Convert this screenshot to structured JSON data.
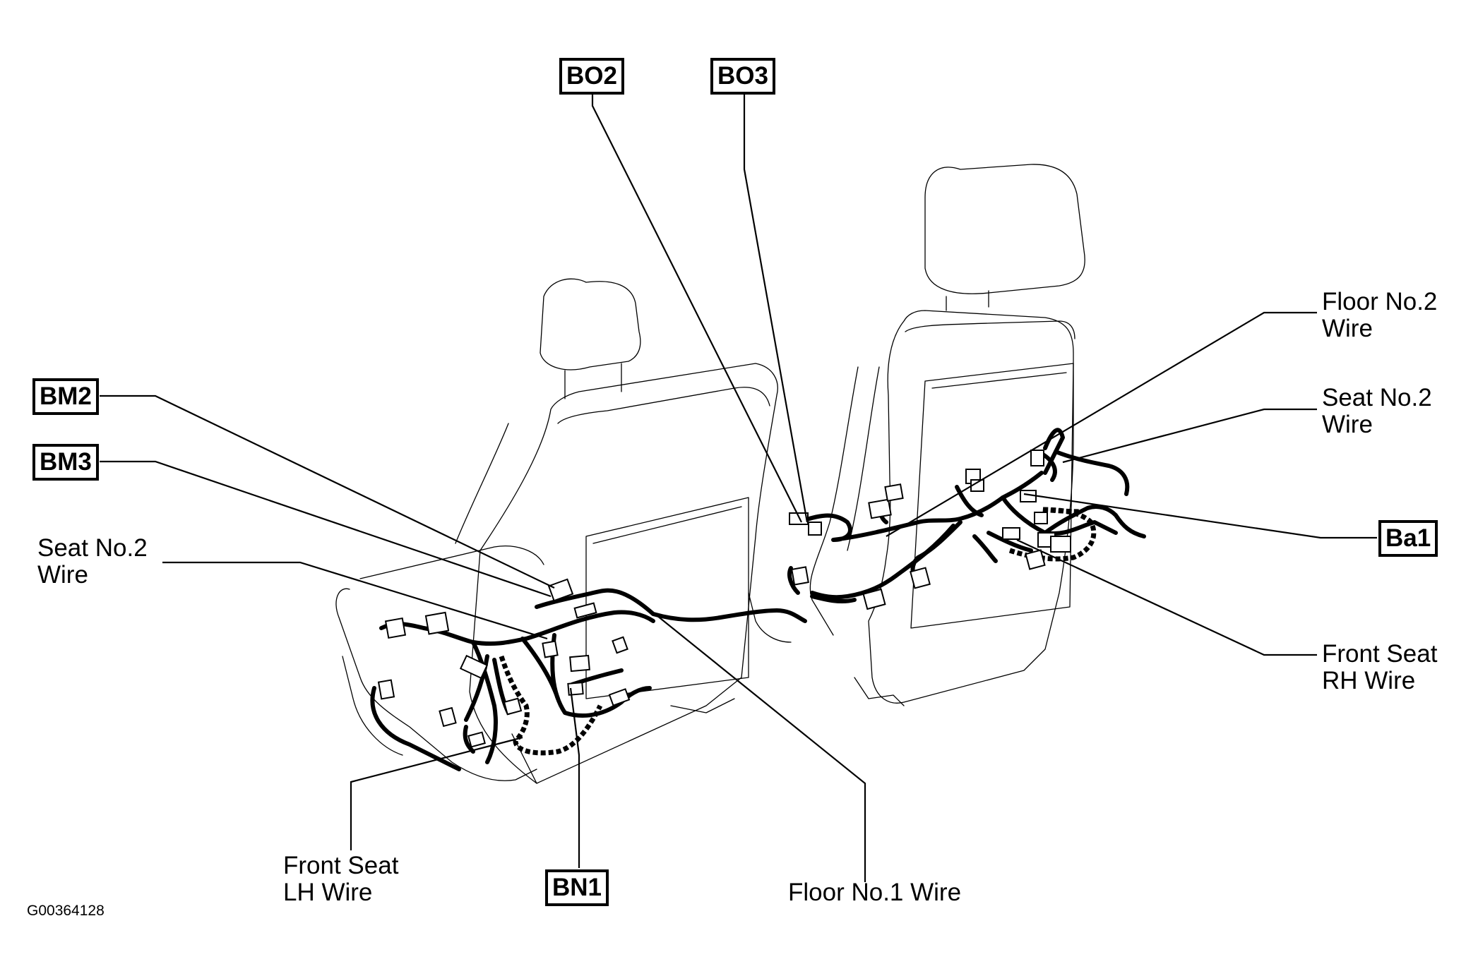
{
  "figure_id": "G00364128",
  "connectors": {
    "bo2": "BO2",
    "bo3": "BO3",
    "bm2": "BM2",
    "bm3": "BM3",
    "ba1": "Ba1",
    "bn1": "BN1"
  },
  "wire_labels": {
    "floor_no2": [
      "Floor No.2",
      "Wire"
    ],
    "seat_no2_right": [
      "Seat No.2",
      "Wire"
    ],
    "seat_no2_left": [
      "Seat No.2",
      "Wire"
    ],
    "front_seat_rh": [
      "Front Seat",
      "RH Wire"
    ],
    "front_seat_lh": [
      "Front Seat",
      "LH Wire"
    ],
    "floor_no1": "Floor No.1 Wire"
  }
}
